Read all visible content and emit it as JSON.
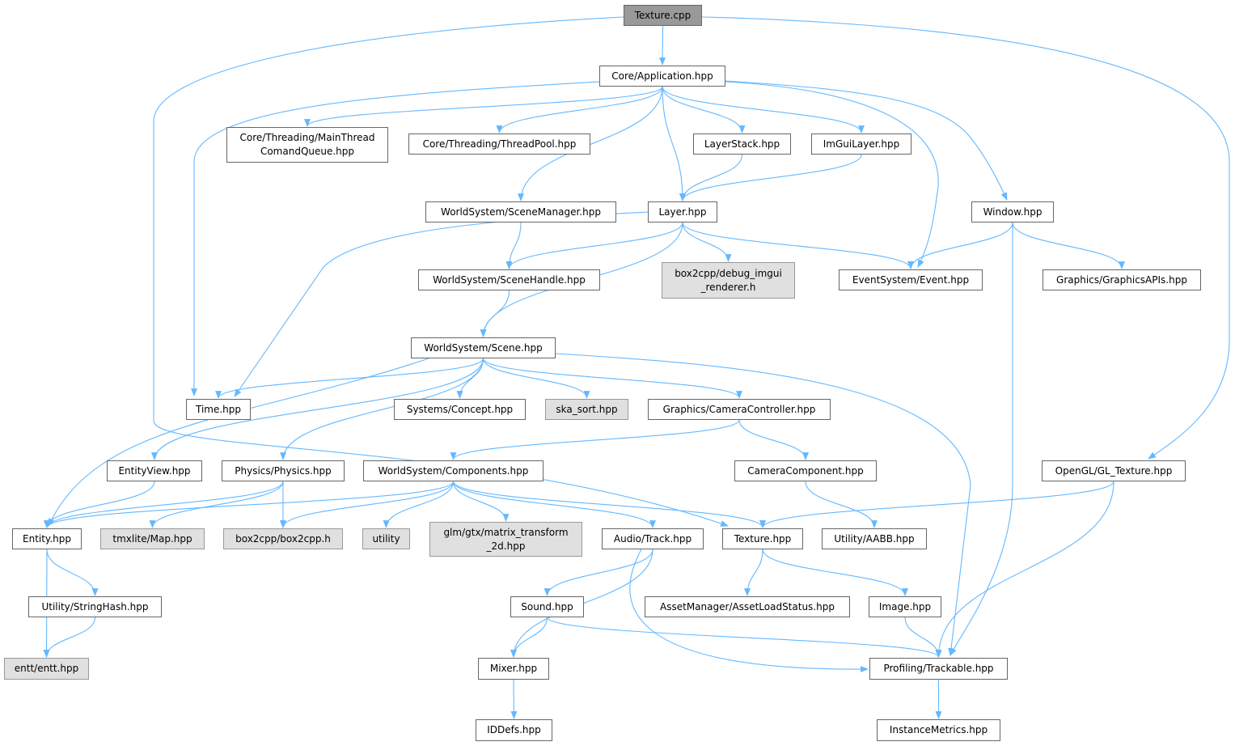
{
  "graph": {
    "edge_color": "#63b8ff",
    "nodes": [
      {
        "id": "n0",
        "label": "Texture.cpp",
        "kind": "root"
      },
      {
        "id": "n1",
        "label": "Core/Application.hpp",
        "kind": "local"
      },
      {
        "id": "n2",
        "label": "Core/Threading/MainThread\nComandQueue.hpp",
        "kind": "local"
      },
      {
        "id": "n3",
        "label": "Core/Threading/ThreadPool.hpp",
        "kind": "local"
      },
      {
        "id": "n4",
        "label": "LayerStack.hpp",
        "kind": "local"
      },
      {
        "id": "n5",
        "label": "ImGuiLayer.hpp",
        "kind": "local"
      },
      {
        "id": "n6",
        "label": "WorldSystem/SceneManager.hpp",
        "kind": "local"
      },
      {
        "id": "n7",
        "label": "Layer.hpp",
        "kind": "local"
      },
      {
        "id": "n8",
        "label": "Window.hpp",
        "kind": "local"
      },
      {
        "id": "n9",
        "label": "WorldSystem/SceneHandle.hpp",
        "kind": "local"
      },
      {
        "id": "n10",
        "label": "box2cpp/debug_imgui\n_renderer.h",
        "kind": "external"
      },
      {
        "id": "n11",
        "label": "EventSystem/Event.hpp",
        "kind": "local"
      },
      {
        "id": "n12",
        "label": "Graphics/GraphicsAPIs.hpp",
        "kind": "local"
      },
      {
        "id": "n13",
        "label": "WorldSystem/Scene.hpp",
        "kind": "local"
      },
      {
        "id": "n14",
        "label": "Time.hpp",
        "kind": "local"
      },
      {
        "id": "n15",
        "label": "Systems/Concept.hpp",
        "kind": "local"
      },
      {
        "id": "n16",
        "label": "ska_sort.hpp",
        "kind": "external"
      },
      {
        "id": "n17",
        "label": "Graphics/CameraController.hpp",
        "kind": "local"
      },
      {
        "id": "n18",
        "label": "EntityView.hpp",
        "kind": "local"
      },
      {
        "id": "n19",
        "label": "Physics/Physics.hpp",
        "kind": "local"
      },
      {
        "id": "n20",
        "label": "WorldSystem/Components.hpp",
        "kind": "local"
      },
      {
        "id": "n21",
        "label": "CameraComponent.hpp",
        "kind": "local"
      },
      {
        "id": "n22",
        "label": "OpenGL/GL_Texture.hpp",
        "kind": "local"
      },
      {
        "id": "n23",
        "label": "Entity.hpp",
        "kind": "local"
      },
      {
        "id": "n24",
        "label": "tmxlite/Map.hpp",
        "kind": "external"
      },
      {
        "id": "n25",
        "label": "box2cpp/box2cpp.h",
        "kind": "external"
      },
      {
        "id": "n26",
        "label": "utility",
        "kind": "external"
      },
      {
        "id": "n27",
        "label": "glm/gtx/matrix_transform\n_2d.hpp",
        "kind": "external"
      },
      {
        "id": "n28",
        "label": "Audio/Track.hpp",
        "kind": "local"
      },
      {
        "id": "n29",
        "label": "Texture.hpp",
        "kind": "local"
      },
      {
        "id": "n30",
        "label": "Utility/AABB.hpp",
        "kind": "local"
      },
      {
        "id": "n31",
        "label": "Utility/StringHash.hpp",
        "kind": "local"
      },
      {
        "id": "n32",
        "label": "Sound.hpp",
        "kind": "local"
      },
      {
        "id": "n33",
        "label": "AssetManager/AssetLoadStatus.hpp",
        "kind": "local"
      },
      {
        "id": "n34",
        "label": "Image.hpp",
        "kind": "local"
      },
      {
        "id": "n35",
        "label": "entt/entt.hpp",
        "kind": "external"
      },
      {
        "id": "n36",
        "label": "Mixer.hpp",
        "kind": "local"
      },
      {
        "id": "n37",
        "label": "Profiling/Trackable.hpp",
        "kind": "local"
      },
      {
        "id": "n38",
        "label": "IDDefs.hpp",
        "kind": "local"
      },
      {
        "id": "n39",
        "label": "InstanceMetrics.hpp",
        "kind": "local"
      }
    ],
    "edges": [
      [
        "n0",
        "n1"
      ],
      [
        "n0",
        "n29"
      ],
      [
        "n0",
        "n22"
      ],
      [
        "n1",
        "n2"
      ],
      [
        "n1",
        "n3"
      ],
      [
        "n1",
        "n4"
      ],
      [
        "n1",
        "n5"
      ],
      [
        "n1",
        "n6"
      ],
      [
        "n1",
        "n7"
      ],
      [
        "n1",
        "n8"
      ],
      [
        "n1",
        "n11"
      ],
      [
        "n1",
        "n14"
      ],
      [
        "n4",
        "n7"
      ],
      [
        "n5",
        "n7"
      ],
      [
        "n6",
        "n9"
      ],
      [
        "n7",
        "n14"
      ],
      [
        "n7",
        "n9"
      ],
      [
        "n7",
        "n10"
      ],
      [
        "n7",
        "n11"
      ],
      [
        "n7",
        "n13"
      ],
      [
        "n8",
        "n11"
      ],
      [
        "n8",
        "n37"
      ],
      [
        "n8",
        "n12"
      ],
      [
        "n9",
        "n13"
      ],
      [
        "n13",
        "n14"
      ],
      [
        "n13",
        "n15"
      ],
      [
        "n13",
        "n16"
      ],
      [
        "n13",
        "n17"
      ],
      [
        "n13",
        "n18"
      ],
      [
        "n13",
        "n19"
      ],
      [
        "n13",
        "n23"
      ],
      [
        "n13",
        "n37"
      ],
      [
        "n17",
        "n20"
      ],
      [
        "n17",
        "n21"
      ],
      [
        "n18",
        "n23"
      ],
      [
        "n19",
        "n23"
      ],
      [
        "n19",
        "n24"
      ],
      [
        "n19",
        "n25"
      ],
      [
        "n20",
        "n23"
      ],
      [
        "n20",
        "n25"
      ],
      [
        "n20",
        "n26"
      ],
      [
        "n20",
        "n27"
      ],
      [
        "n20",
        "n28"
      ],
      [
        "n20",
        "n29"
      ],
      [
        "n21",
        "n30"
      ],
      [
        "n22",
        "n29"
      ],
      [
        "n22",
        "n37"
      ],
      [
        "n23",
        "n35"
      ],
      [
        "n23",
        "n31"
      ],
      [
        "n31",
        "n35"
      ],
      [
        "n28",
        "n32"
      ],
      [
        "n28",
        "n36"
      ],
      [
        "n28",
        "n37"
      ],
      [
        "n29",
        "n33"
      ],
      [
        "n29",
        "n34"
      ],
      [
        "n32",
        "n36"
      ],
      [
        "n32",
        "n37"
      ],
      [
        "n34",
        "n37"
      ],
      [
        "n36",
        "n38"
      ],
      [
        "n37",
        "n39"
      ]
    ]
  }
}
